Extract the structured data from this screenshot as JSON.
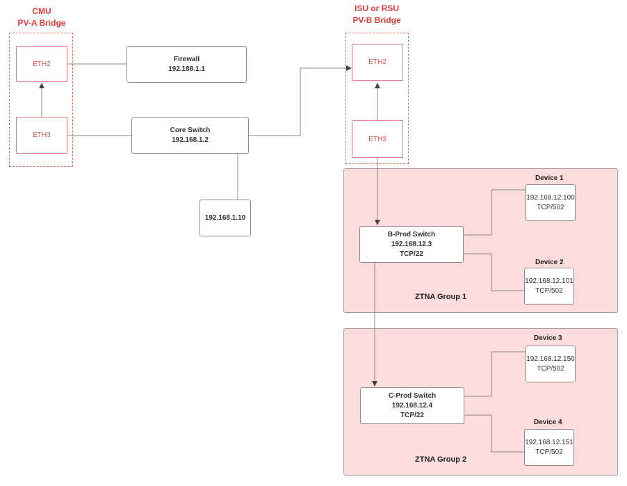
{
  "cmu": {
    "title_line1": "CMU",
    "title_line2": "PV-A Bridge",
    "eth2": "ETH2",
    "eth3": "ETH3"
  },
  "remote": {
    "title_line1": "ISU or RSU",
    "title_line2": "PV-B Bridge",
    "eth2": "ETH2",
    "eth3": "ETH3"
  },
  "firewall": {
    "name": "Firewall",
    "ip": "192.188.1.1"
  },
  "core_switch": {
    "name": "Core Switch",
    "ip": "192.168.1.2"
  },
  "host": {
    "ip": "192.168.1.10"
  },
  "group1": {
    "label": "ZTNA Group 1",
    "switch": {
      "name": "B-Prod Switch",
      "ip": "192.168.12.3",
      "port": "TCP/22"
    },
    "devices": [
      {
        "label": "Device 1",
        "ip": "192.168.12.100",
        "port": "TCP/502"
      },
      {
        "label": "Device 2",
        "ip": "192.168.12.101",
        "port": "TCP/502"
      }
    ]
  },
  "group2": {
    "label": "ZTNA Group 2",
    "switch": {
      "name": "C-Prod Switch",
      "ip": "192.168.12.4",
      "port": "TCP/22"
    },
    "devices": [
      {
        "label": "Device 3",
        "ip": "192.168.12.150",
        "port": "TCP/502"
      },
      {
        "label": "Device 4",
        "ip": "192.168.12.151",
        "port": "TCP/502"
      }
    ]
  },
  "colors": {
    "accent": "#e03c3c",
    "group_fill": "#fddcdc",
    "line": "#8a8a8a"
  }
}
